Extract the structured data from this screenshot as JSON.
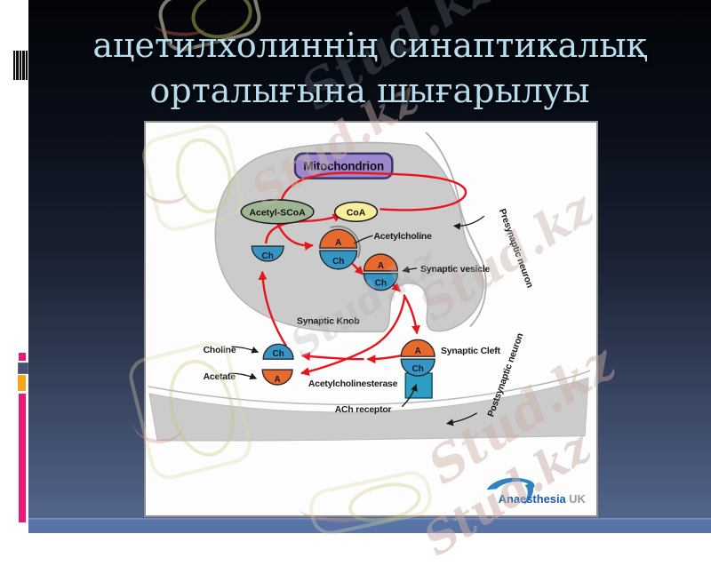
{
  "title": {
    "line1": "ацетилхолиннің синаптикалық",
    "line2": "орталығына шығарылуы"
  },
  "watermark": {
    "text": "Stud.kz"
  },
  "diagram": {
    "labels": {
      "mitochondrion": "Mitochondrion",
      "acetyl_scoa": "Acetyl-SCoA",
      "coa": "CoA",
      "acetylcholine": "Acetylcholine",
      "synaptic_vesicle": "Synaptic vesicle",
      "synaptic_knob": "Synaptic Knob",
      "presynaptic_neuron": "Presynaptic neuron",
      "synaptic_cleft": "Synaptic Cleft",
      "postsynaptic_neuron": "Postsynaptic neuron",
      "choline": "Choline",
      "acetate": "Acetate",
      "acetylcholinesterase": "Acetylcholinesterase",
      "ach_receptor": "ACh receptor",
      "a": "A",
      "ch": "Ch"
    },
    "colors": {
      "acetyl_unit": "#E8692C",
      "choline_unit": "#3596C6",
      "mitochondrion_fill": "#9C87CF",
      "acetyl_scoa_fill": "#A0B596",
      "coa_fill": "#F9EE9E",
      "arrow_red": "#E8141C",
      "receptor_fill": "#2D9DC4",
      "cell_gray": "#CBCBCB"
    }
  },
  "branding": {
    "name": "Anaesthesia",
    "suffix": "UK"
  }
}
